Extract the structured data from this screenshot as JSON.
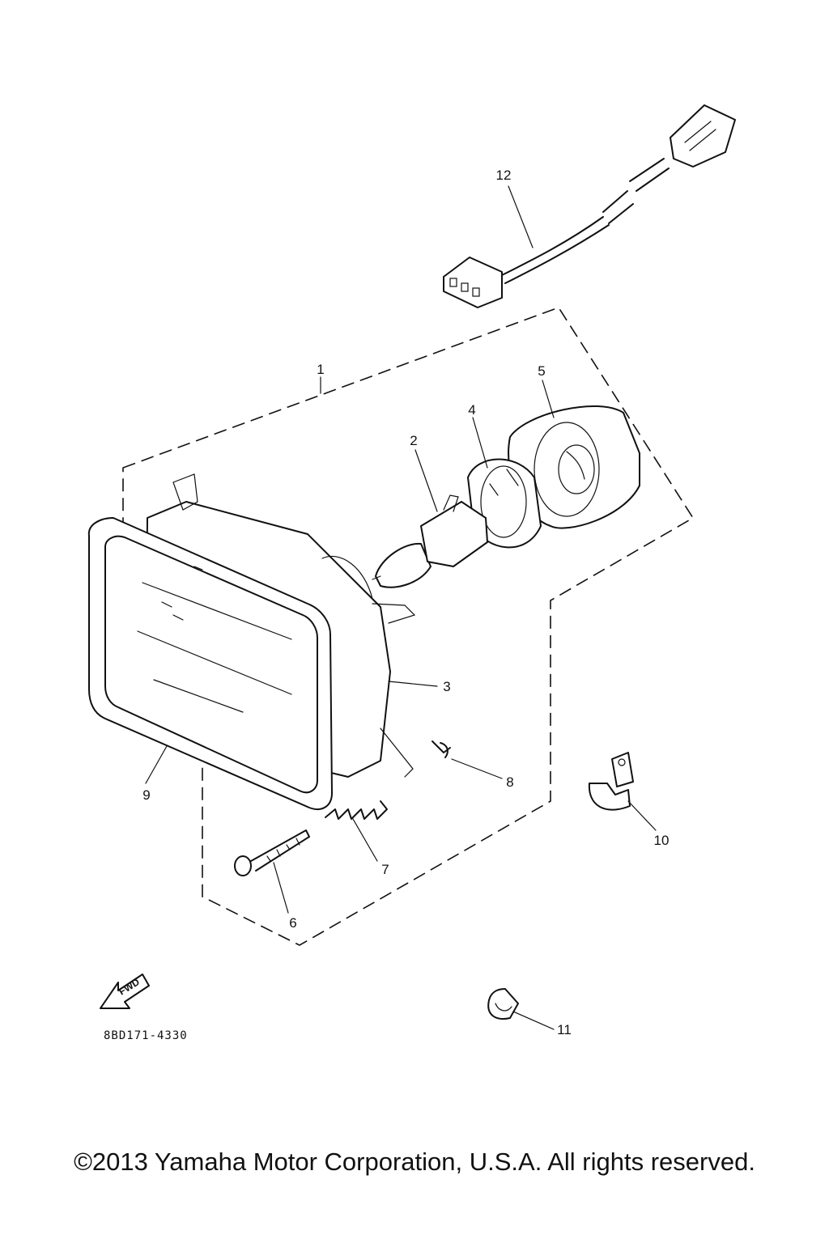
{
  "diagram": {
    "callouts": [
      "1",
      "2",
      "3",
      "4",
      "5",
      "6",
      "7",
      "8",
      "9",
      "10",
      "11",
      "12"
    ],
    "part_number": "8BD171-4330",
    "fwd_label": "FWD",
    "icons": [
      "fwd-arrow-icon"
    ]
  },
  "footer": {
    "copyright": "©2013 Yamaha Motor Corporation, U.S.A. All rights reserved."
  }
}
